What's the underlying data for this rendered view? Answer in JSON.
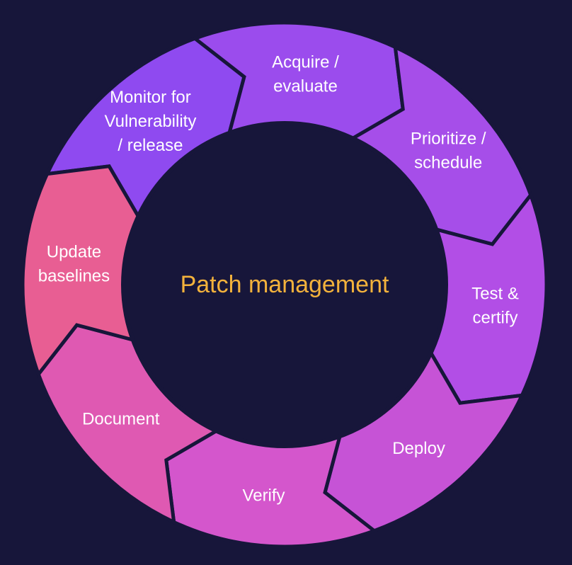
{
  "title": "Patch management",
  "colors": {
    "background": "#17163a",
    "center": "#17163a",
    "title": "#f3b23c",
    "label": "#ffffff"
  },
  "steps": [
    {
      "name": "monitor",
      "lines": [
        "Monitor for",
        "Vulnerability",
        "/ release"
      ],
      "color": "#8f4af0"
    },
    {
      "name": "acquire",
      "lines": [
        "Acquire /",
        "evaluate"
      ],
      "color": "#9b4ced"
    },
    {
      "name": "prioritize",
      "lines": [
        "Prioritize /",
        "schedule"
      ],
      "color": "#a64ee9"
    },
    {
      "name": "test",
      "lines": [
        "Test &",
        "certify"
      ],
      "color": "#b24ee6"
    },
    {
      "name": "deploy",
      "lines": [
        "Deploy"
      ],
      "color": "#c653d6"
    },
    {
      "name": "verify",
      "lines": [
        "Verify"
      ],
      "color": "#d456cc"
    },
    {
      "name": "document",
      "lines": [
        "Document"
      ],
      "color": "#df59b2"
    },
    {
      "name": "update",
      "lines": [
        "Update",
        "baselines"
      ],
      "color": "#e85e93"
    }
  ]
}
